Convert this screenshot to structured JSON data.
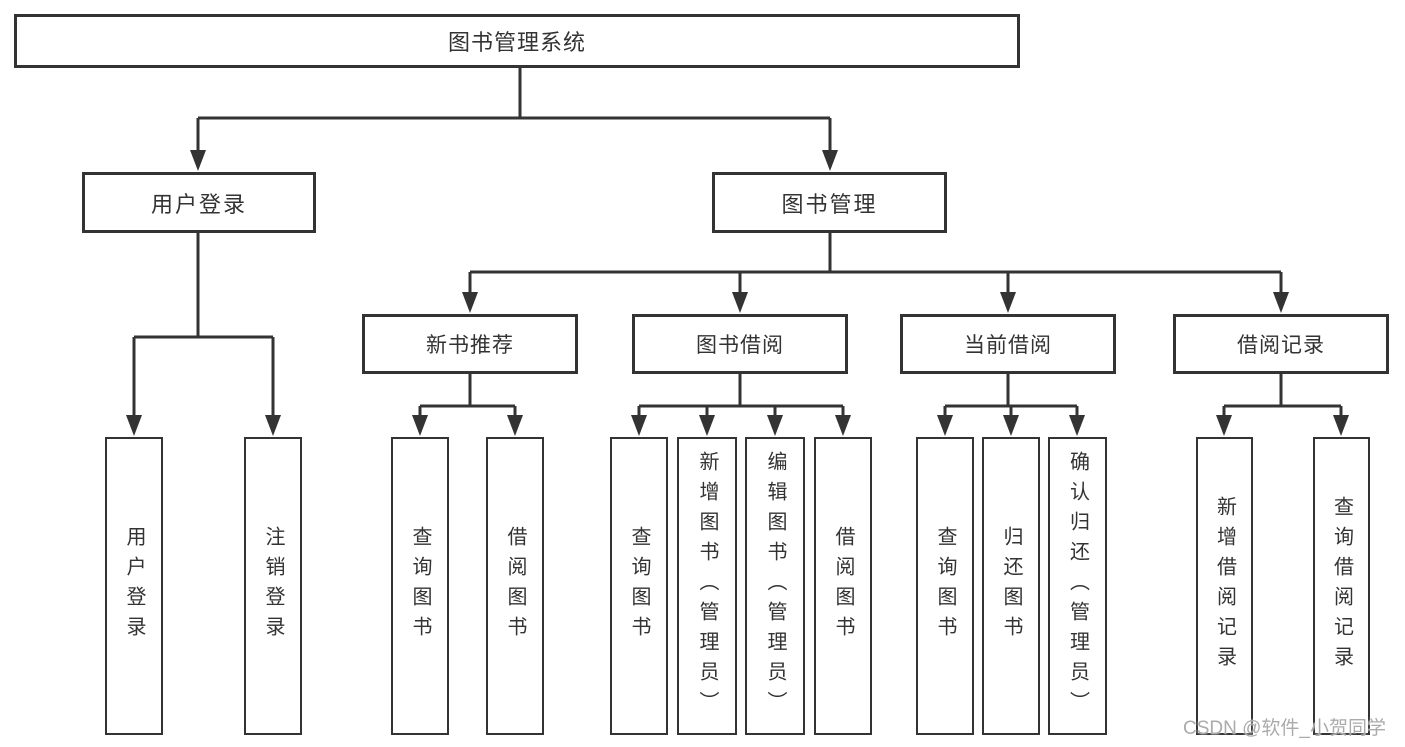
{
  "diagram": {
    "root": {
      "label": "图书管理系统"
    },
    "branches": [
      {
        "label": "用户登录",
        "children": [
          {
            "label": "用户登录"
          },
          {
            "label": "注销登录"
          }
        ]
      },
      {
        "label": "图书管理",
        "children": [
          {
            "label": "新书推荐",
            "children": [
              {
                "label": "查询图书"
              },
              {
                "label": "借阅图书"
              }
            ]
          },
          {
            "label": "图书借阅",
            "children": [
              {
                "label": "查询图书"
              },
              {
                "label": "新增图书（管理员）"
              },
              {
                "label": "编辑图书（管理员）"
              },
              {
                "label": "借阅图书"
              }
            ]
          },
          {
            "label": "当前借阅",
            "children": [
              {
                "label": "查询图书"
              },
              {
                "label": "归还图书"
              },
              {
                "label": "确认归还（管理员）"
              }
            ]
          },
          {
            "label": "借阅记录",
            "children": [
              {
                "label": "新增借阅记录"
              },
              {
                "label": "查询借阅记录"
              }
            ]
          }
        ]
      }
    ]
  },
  "watermark": {
    "text": "CSDN @软件_小贺同学"
  },
  "colors": {
    "line": "#333333",
    "box_border": "#333333",
    "text": "#333333",
    "watermark": "#ababab",
    "background": "#ffffff"
  }
}
